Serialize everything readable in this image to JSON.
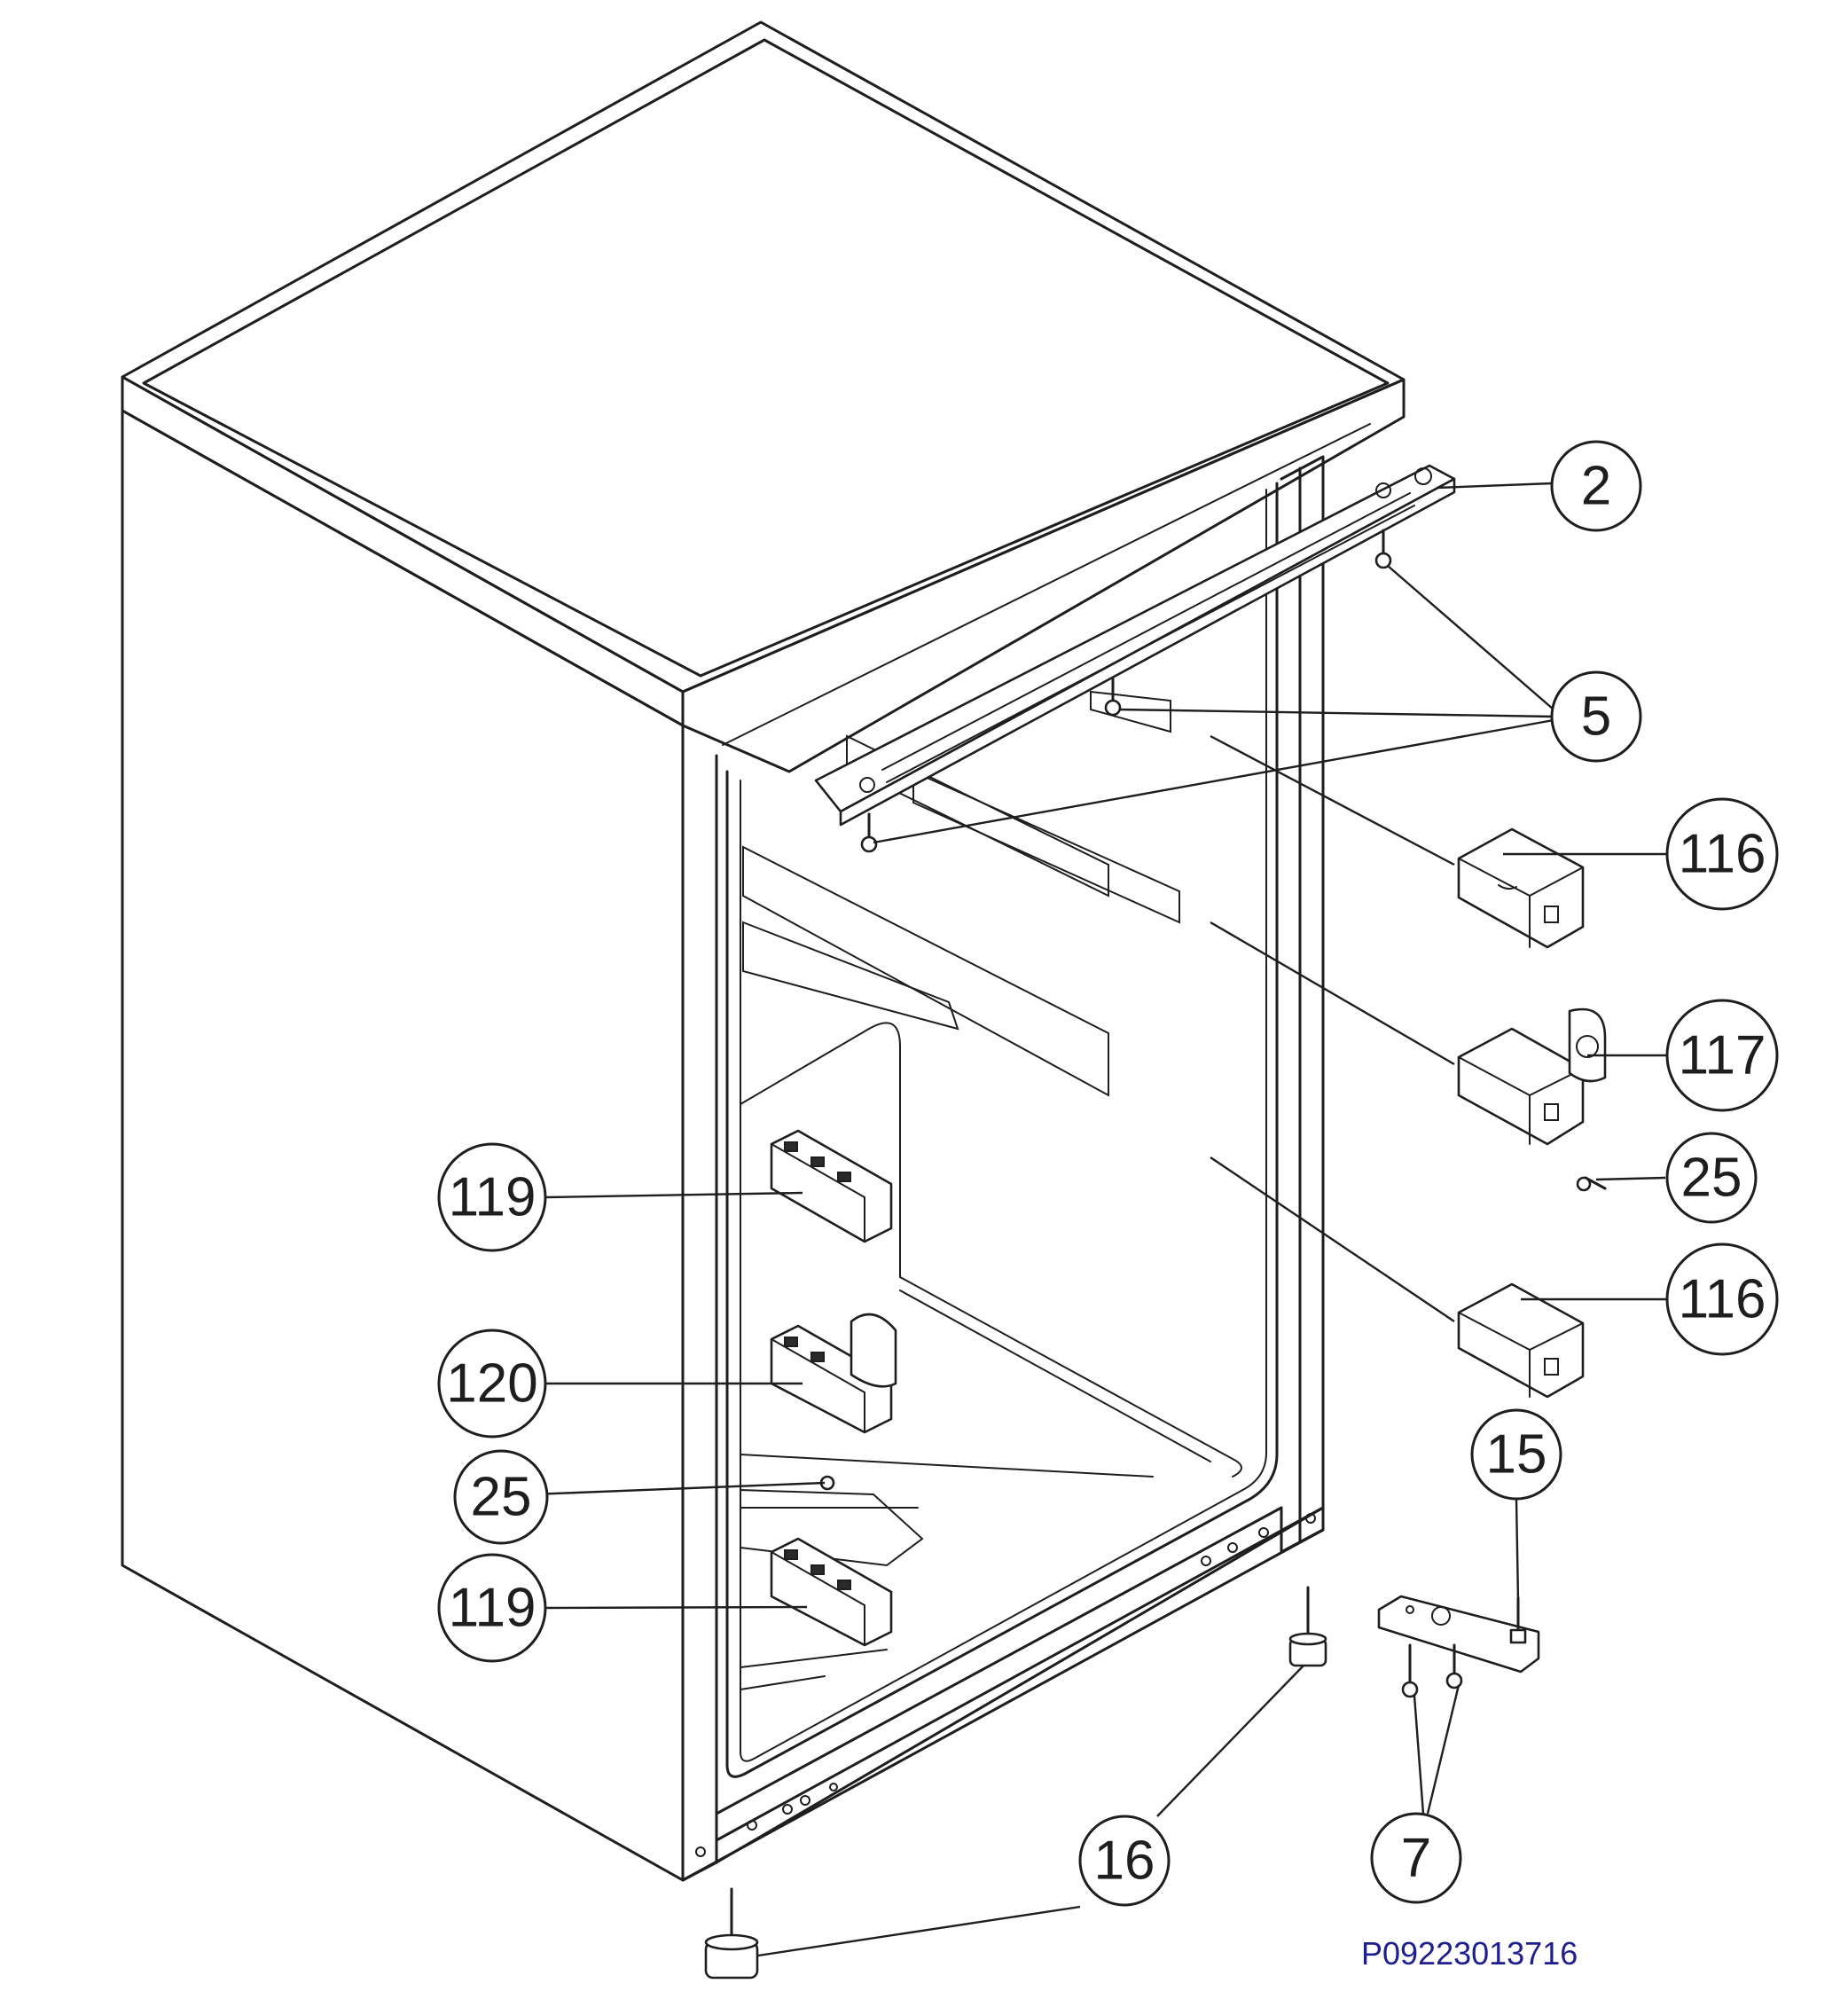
{
  "diagram": {
    "callouts": [
      {
        "id": "c-2",
        "label": "2"
      },
      {
        "id": "c-5",
        "label": "5"
      },
      {
        "id": "c-116a",
        "label": "116"
      },
      {
        "id": "c-117",
        "label": "117"
      },
      {
        "id": "c-25a",
        "label": "25"
      },
      {
        "id": "c-116b",
        "label": "116"
      },
      {
        "id": "c-15",
        "label": "15"
      },
      {
        "id": "c-7",
        "label": "7"
      },
      {
        "id": "c-16",
        "label": "16"
      },
      {
        "id": "c-119a",
        "label": "119"
      },
      {
        "id": "c-120",
        "label": "120"
      },
      {
        "id": "c-25b",
        "label": "25"
      },
      {
        "id": "c-119b",
        "label": "119"
      }
    ],
    "drawing_code": "P09223013716"
  }
}
